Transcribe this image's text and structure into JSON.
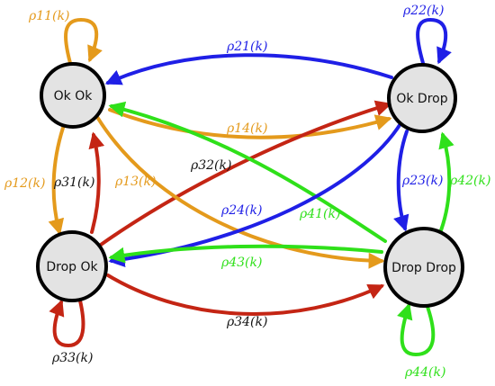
{
  "diagram": {
    "states": [
      {
        "id": "s1",
        "label": "Ok Ok"
      },
      {
        "id": "s2",
        "label": "Ok Drop"
      },
      {
        "id": "s3",
        "label": "Drop Ok"
      },
      {
        "id": "s4",
        "label": "Drop Drop"
      }
    ],
    "transitions": [
      {
        "label": "ρ11(k)",
        "from": "Ok Ok",
        "to": "Ok Ok",
        "color": "#e49a1c"
      },
      {
        "label": "ρ12(k)",
        "from": "Ok Ok",
        "to": "Drop Ok",
        "color": "#e49a1c"
      },
      {
        "label": "ρ13(k)",
        "from": "Ok Ok",
        "to": "Drop Drop",
        "color": "#e49a1c"
      },
      {
        "label": "ρ14(k)",
        "from": "Ok Ok",
        "to": "Ok Drop",
        "color": "#e49a1c"
      },
      {
        "label": "ρ21(k)",
        "from": "Ok Drop",
        "to": "Ok Ok",
        "color": "#1f1fe6"
      },
      {
        "label": "ρ22(k)",
        "from": "Ok Drop",
        "to": "Ok Drop",
        "color": "#1f1fe6"
      },
      {
        "label": "ρ23(k)",
        "from": "Ok Drop",
        "to": "Drop Drop",
        "color": "#1f1fe6"
      },
      {
        "label": "ρ24(k)",
        "from": "Ok Drop",
        "to": "Drop Ok",
        "color": "#1f1fe6"
      },
      {
        "label": "ρ31(k)",
        "from": "Drop Ok",
        "to": "Ok Ok",
        "color": "#c42514"
      },
      {
        "label": "ρ32(k)",
        "from": "Drop Ok",
        "to": "Ok Drop",
        "color": "#c42514"
      },
      {
        "label": "ρ33(k)",
        "from": "Drop Ok",
        "to": "Drop Ok",
        "color": "#c42514"
      },
      {
        "label": "ρ34(k)",
        "from": "Drop Ok",
        "to": "Drop Drop",
        "color": "#c42514"
      },
      {
        "label": "ρ41(k)",
        "from": "Drop Drop",
        "to": "Ok Ok",
        "color": "#2fe01a"
      },
      {
        "label": "ρ42(k)",
        "from": "Drop Drop",
        "to": "Ok Drop",
        "color": "#2fe01a"
      },
      {
        "label": "ρ43(k)",
        "from": "Drop Drop",
        "to": "Drop Ok",
        "color": "#2fe01a"
      },
      {
        "label": "ρ44(k)",
        "from": "Drop Drop",
        "to": "Drop Drop",
        "color": "#2fe01a"
      }
    ]
  }
}
